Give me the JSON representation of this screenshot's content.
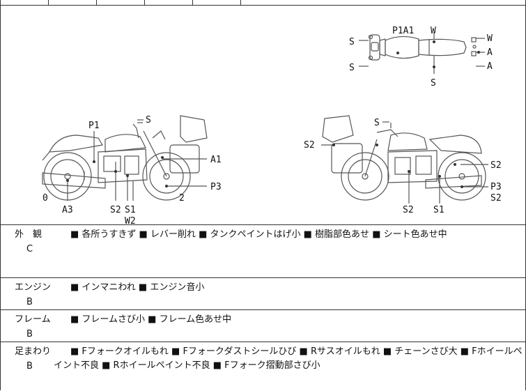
{
  "diagram": {
    "side_left_labels": {
      "p1": "P1",
      "s": "S",
      "a1": "A1",
      "p3": "P3",
      "zero": "0",
      "two": "2",
      "a3": "A3",
      "s2": "S2",
      "s1": "S1",
      "w2": "W2"
    },
    "side_right_labels": {
      "s": "S",
      "s2_left": "S2",
      "s2_right": "S2",
      "p3": "P3",
      "s2_lower": "S2",
      "s2_bottom": "S2",
      "s1": "S1"
    },
    "top_view_labels": {
      "p1a1": "P1A1",
      "w_top": "W",
      "s_upper": "S",
      "w_right": "W",
      "a_upper": "A",
      "s_lower": "S",
      "a_lower": "A",
      "s_bottom": "S"
    }
  },
  "rows": [
    {
      "label": "外　観",
      "grade": "C",
      "content": "■ 各所うすきず ■ レバー削れ ■ タンクペイントはげ小 ■ 樹脂部色あせ ■ シート色あせ中"
    },
    {
      "label": "エンジン",
      "grade": "B",
      "content": "■ インマニわれ ■ エンジン音小"
    },
    {
      "label": "フレーム",
      "grade": "B",
      "content": "■ フレームさび小 ■ フレーム色あせ中"
    },
    {
      "label": "足まわり",
      "grade": "B",
      "content_line1": "■ Fフォークオイルもれ ■ Fフォークダストシールひび ■ Rサスオイルもれ ■ チェーンさび大 ■ Fホイールペ",
      "content_line2": "イント不良 ■ Rホイールペイント不良 ■ Fフォーク摺動部さび小"
    }
  ]
}
